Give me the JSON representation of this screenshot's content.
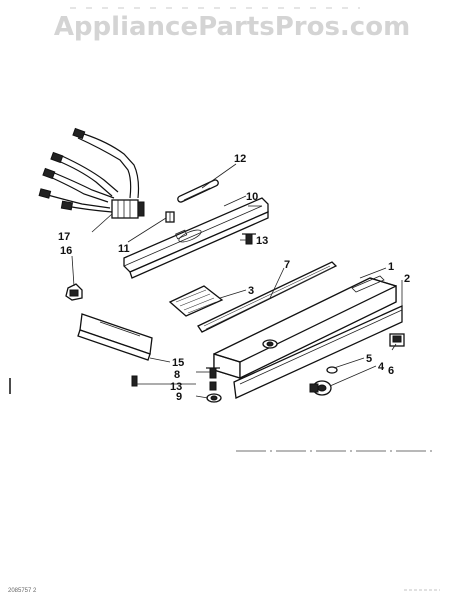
{
  "watermark": "AppliancePartsPros.com",
  "callouts": {
    "c1": "1",
    "c2": "2",
    "c3": "3",
    "c4": "4",
    "c5": "5",
    "c6": "6",
    "c7": "7",
    "c8": "8",
    "c9": "9",
    "c10": "10",
    "c11": "11",
    "c12": "12",
    "c13a": "13",
    "c13b": "13",
    "c15": "15",
    "c16": "16",
    "c17": "17"
  },
  "footer_code": "2085757 2"
}
